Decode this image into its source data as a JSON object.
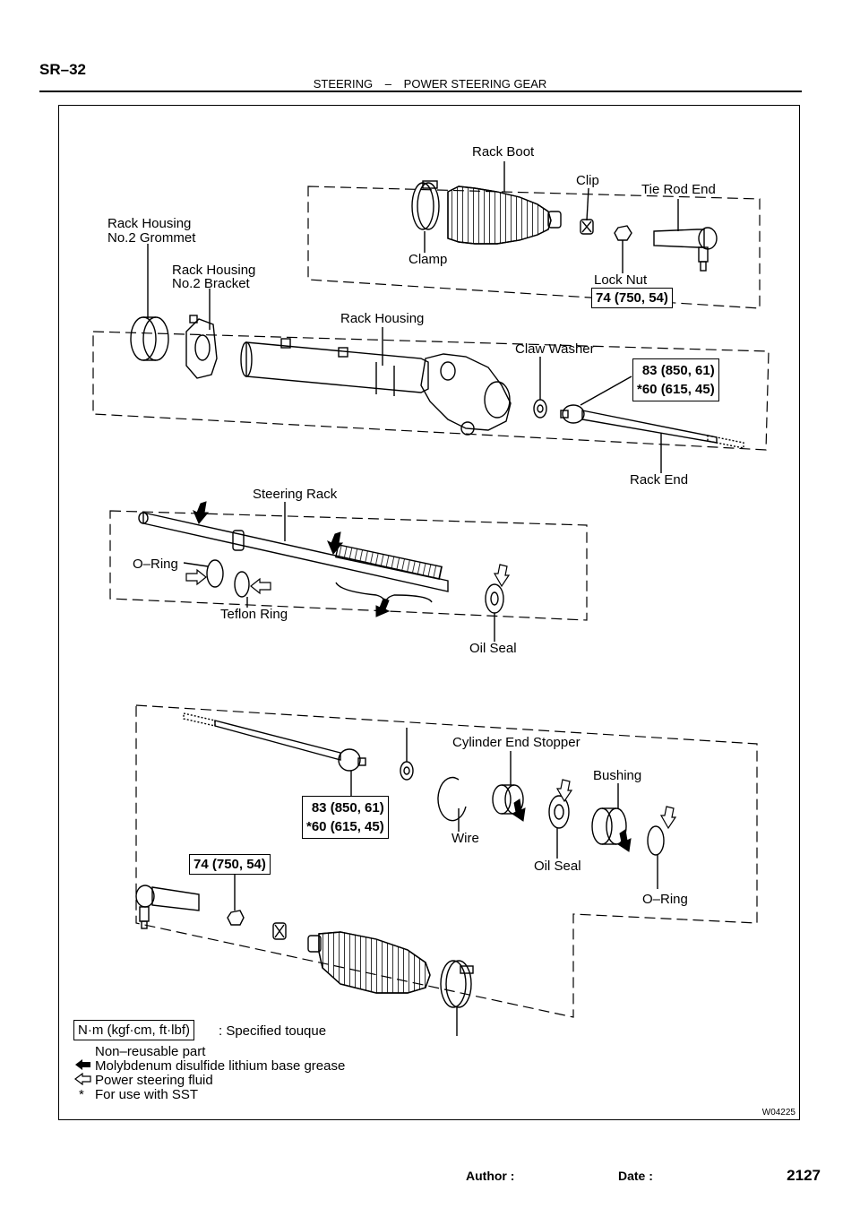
{
  "header": {
    "page_code": "SR–32",
    "section": "STEERING",
    "separator": "–",
    "subsection": "POWER STEERING GEAR"
  },
  "labels": {
    "rack_boot": "Rack Boot",
    "clip": "Clip",
    "tie_rod_end": "Tie Rod End",
    "rack_housing_grommet_1": "Rack Housing",
    "rack_housing_grommet_2": "No.2 Grommet",
    "rack_housing_bracket_1": "Rack Housing",
    "rack_housing_bracket_2": "No.2 Bracket",
    "clamp": "Clamp",
    "lock_nut": "Lock Nut",
    "rack_housing": "Rack Housing",
    "claw_washer": "Claw Washer",
    "rack_end": "Rack End",
    "steering_rack": "Steering Rack",
    "o_ring_top": "O–Ring",
    "teflon_ring": "Teflon Ring",
    "oil_seal_top": "Oil Seal",
    "cylinder_end_stopper": "Cylinder End Stopper",
    "bushing": "Bushing",
    "wire": "Wire",
    "oil_seal_bottom": "Oil Seal",
    "o_ring_bottom": "O–Ring"
  },
  "torques": {
    "lock_nut_top": "74 (750, 54)",
    "rack_end_top_1": "83 (850, 61)",
    "rack_end_top_2": "*60 (615, 45)",
    "rack_end_bottom_1": "83 (850, 61)",
    "rack_end_bottom_2": "*60 (615, 45)",
    "lock_nut_bottom": "74 (750, 54)"
  },
  "legend": {
    "torque_unit": "N·m (kgf·cm, ft·lbf)",
    "torque_desc": ": Specified touque",
    "non_reusable": "Non–reusable part",
    "moly_grease": "Molybdenum disulfide lithium base grease",
    "ps_fluid": "Power steering fluid",
    "sst_mark": "*",
    "sst_desc": "For use with SST"
  },
  "figure_id": "W04225",
  "footer": {
    "author": "Author :",
    "date": "Date :",
    "page_number": "2127"
  }
}
